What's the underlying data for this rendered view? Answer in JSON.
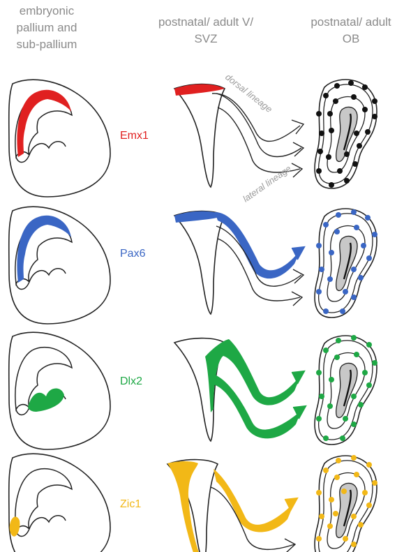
{
  "headers": {
    "embryonic": "embryonic\npallium and\nsub-pallium",
    "svz": "postnatal/ adult V/\nSVZ",
    "ob": "postnatal/ adult\nOB"
  },
  "lineage_labels": {
    "dorsal": "dorsal lineage",
    "lateral": "lateral lineage"
  },
  "rows": [
    {
      "gene": "Emx1",
      "color": "#e02020"
    },
    {
      "gene": "Pax6",
      "color": "#3a66c4"
    },
    {
      "gene": "Dlx2",
      "color": "#1ea845"
    },
    {
      "gene": "Zic1",
      "color": "#f2b817"
    }
  ]
}
